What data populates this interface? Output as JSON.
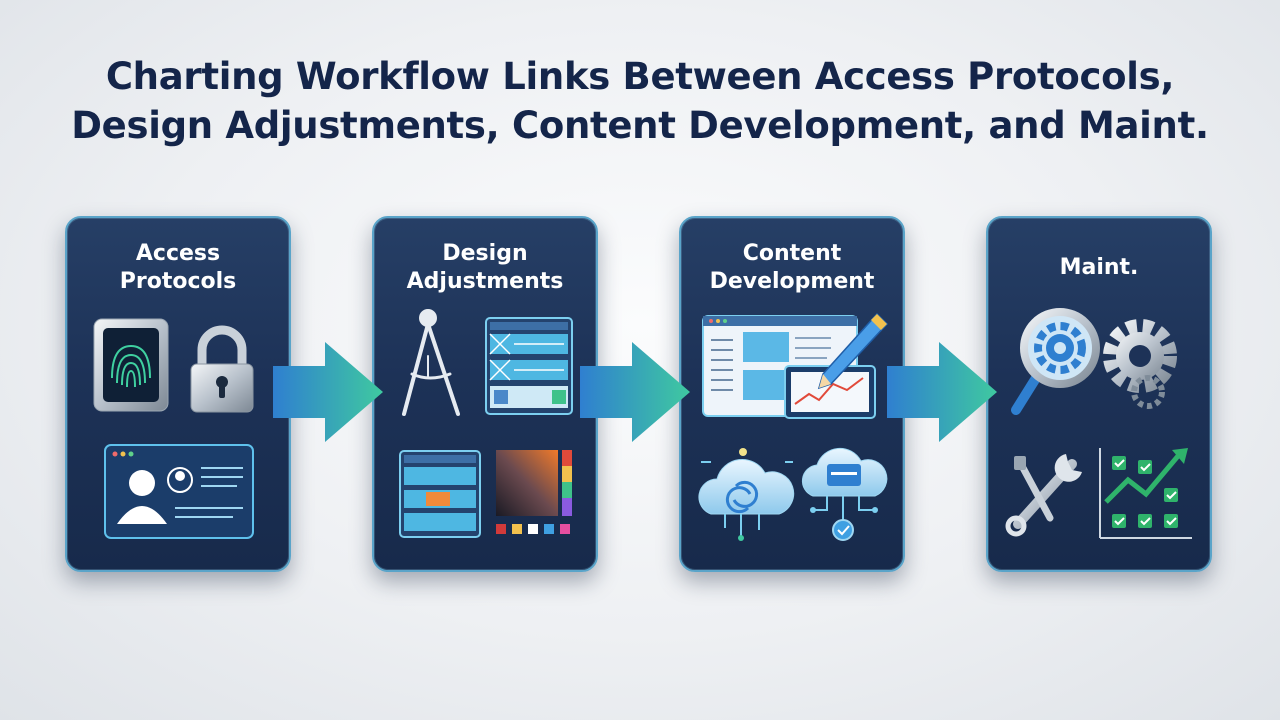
{
  "title": {
    "line1": "Charting Workflow Links Between Access Protocols,",
    "line2": "Design Adjustments, Content Development, and Maint."
  },
  "steps": [
    {
      "label": "Access\nProtocols",
      "icons": [
        "fingerprint-scanner-icon",
        "padlock-icon",
        "user-profile-window-icon"
      ]
    },
    {
      "label": "Design\nAdjustments",
      "icons": [
        "drafting-compass-icon",
        "wireframe-layout-icon",
        "color-palette-icon"
      ]
    },
    {
      "label": "Content\nDevelopment",
      "icons": [
        "browser-editor-icon",
        "pencil-icon",
        "cloud-sync-icon",
        "cloud-network-icon"
      ]
    },
    {
      "label": "Maint.",
      "icons": [
        "magnifier-gear-icon",
        "gear-icon",
        "wrench-screwdriver-icon",
        "checklist-growth-icon"
      ]
    }
  ],
  "colors": {
    "title": "#14254a",
    "card_bg": "#1d3257",
    "card_border": "#5aa4c9",
    "arrow_start": "#2f7fd0",
    "arrow_end": "#3fc9a0",
    "check_green": "#2fb36b"
  }
}
